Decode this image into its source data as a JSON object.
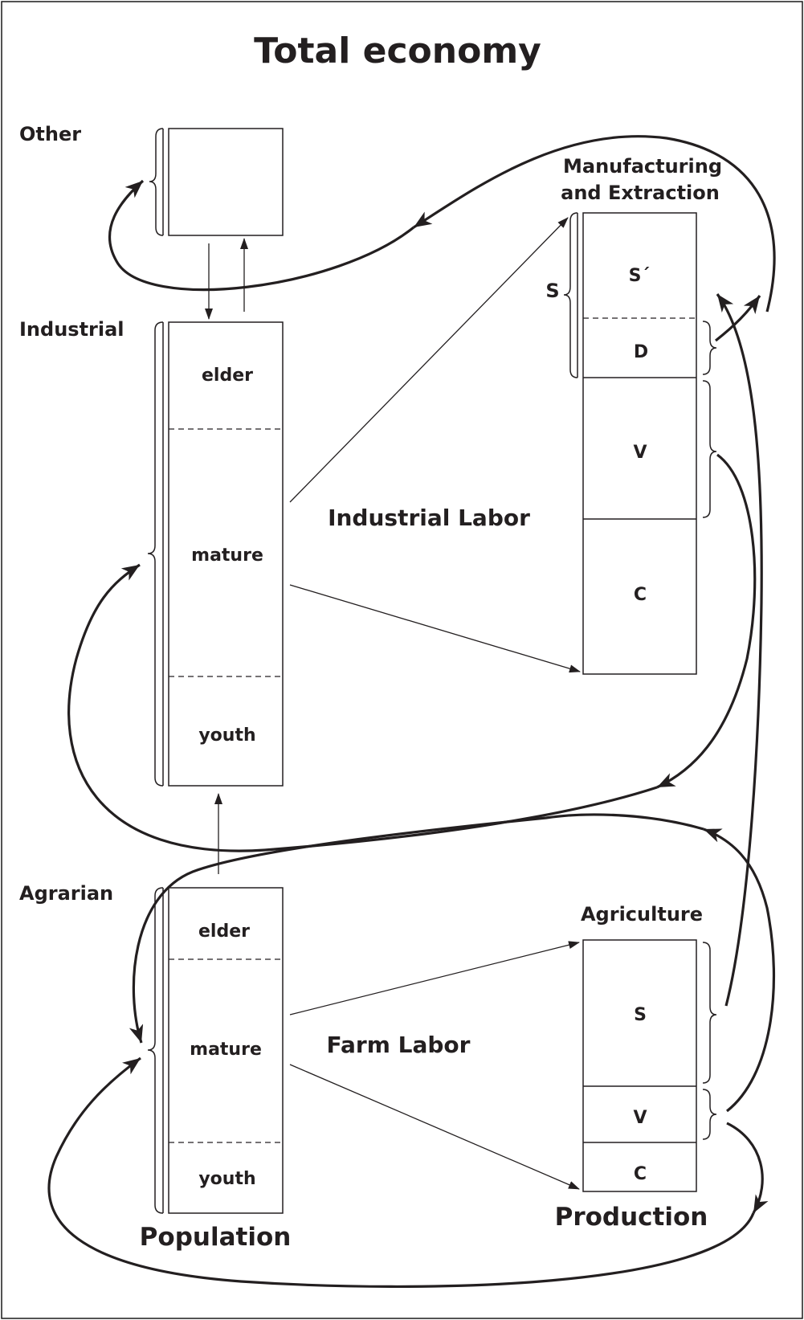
{
  "title": "Total economy",
  "sections": {
    "other": "Other",
    "industrial": "Industrial",
    "agrarian": "Agrarian"
  },
  "population": {
    "industrial": {
      "elder": "elder",
      "mature": "mature",
      "youth": "youth"
    },
    "agrarian": {
      "elder": "elder",
      "mature": "mature",
      "youth": "youth"
    },
    "footer": "Population"
  },
  "production": {
    "manufacturing": {
      "title_line1": "Manufacturing",
      "title_line2": "and Extraction",
      "brace_label": "S",
      "cells": {
        "s_prime": "S´",
        "d": "D",
        "v": "V",
        "c": "C"
      }
    },
    "agriculture": {
      "title": "Agriculture",
      "cells": {
        "s": "S",
        "v": "V",
        "c": "C"
      }
    },
    "footer": "Production"
  },
  "flows": {
    "industrial_labor": "Industrial Labor",
    "farm_labor": "Farm Labor"
  }
}
